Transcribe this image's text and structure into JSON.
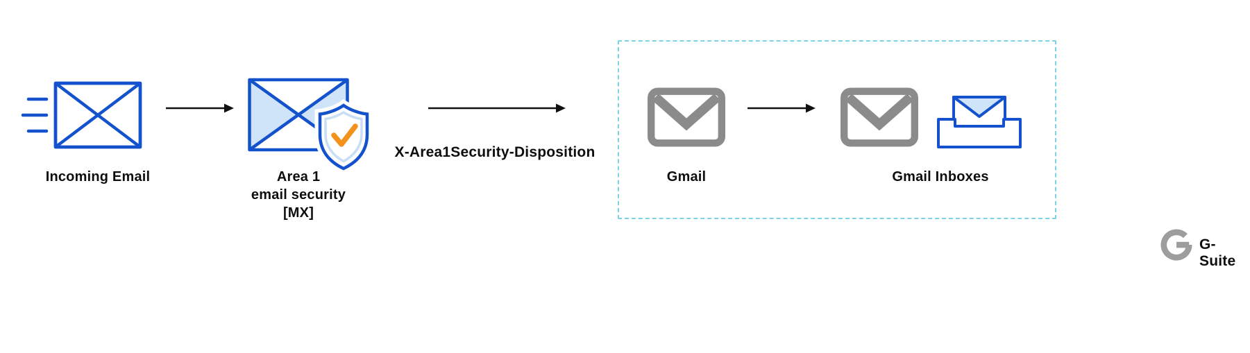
{
  "nodes": {
    "incoming_email": {
      "label": "Incoming Email",
      "icon": "envelope-with-motion-lines-icon"
    },
    "area1": {
      "lines": [
        "Area 1",
        "email security",
        "[MX]"
      ],
      "icon": "envelope-with-shield-check-icon"
    },
    "gmail": {
      "label": "Gmail",
      "icon": "gmail-envelope-icon"
    },
    "gmail_inboxes": {
      "label": "Gmail Inboxes",
      "icons": [
        "gmail-envelope-icon",
        "inbox-tray-envelope-icon"
      ]
    }
  },
  "edges": {
    "disposition_label": "X-Area1Security-Disposition"
  },
  "group": {
    "label": "G-Suite",
    "icon": "google-g-logo-icon"
  },
  "colors": {
    "envelope_blue": "#1352cc",
    "light_blue": "#cfe4f8",
    "check_orange": "#f2921d",
    "gmail_gray": "#8b8b8b",
    "group_border_teal": "#7cd3e3",
    "text": "#0e0e0e",
    "arrow": "#111111",
    "background": "#ffffff"
  }
}
